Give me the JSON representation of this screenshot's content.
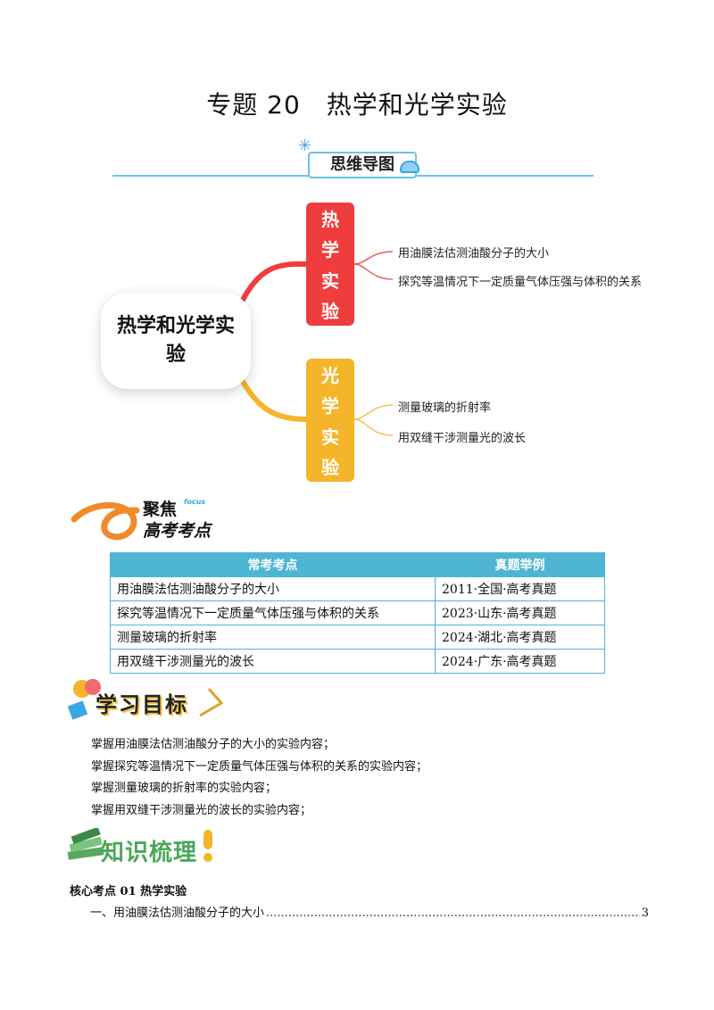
{
  "title": "专题 20　热学和光学实验",
  "mindmap": {
    "header": "思维导图",
    "center": "热学和光学实验",
    "branches": [
      {
        "label": [
          "热",
          "学",
          "实",
          "验"
        ],
        "color": "#ef3d3d",
        "leaves": [
          "用油膜法估测油酸分子的大小",
          "探究等温情况下一定质量气体压强与体积的关系"
        ]
      },
      {
        "label": [
          "光",
          "学",
          "实",
          "验"
        ],
        "color": "#f5b52a",
        "leaves": [
          "测量玻璃的折射率",
          "用双缝干涉测量光的波长"
        ]
      }
    ]
  },
  "focus": {
    "line1": "聚焦",
    "tag": "focus",
    "line2": "高考考点"
  },
  "exam_table": {
    "headers": [
      "常考考点",
      "真题举例"
    ],
    "rows": [
      [
        "用油膜法估测油酸分子的大小",
        "2011·全国·高考真题"
      ],
      [
        "探究等温情况下一定质量气体压强与体积的关系",
        "2023·山东·高考真题"
      ],
      [
        "测量玻璃的折射率",
        "2024·湖北·高考真题"
      ],
      [
        "用双缝干涉测量光的波长",
        "2024·广东·高考真题"
      ]
    ]
  },
  "goals": {
    "title": "学习目标",
    "items": [
      "掌握用油膜法估测油酸分子的大小的实验内容；",
      "掌握探究等温情况下一定质量气体压强与体积的关系的实验内容；",
      "掌握测量玻璃的折射率的实验内容；",
      "掌握用双缝干涉测量光的波长的实验内容；"
    ]
  },
  "knowledge": {
    "title": "知识梳理",
    "section": "核心考点 01  热学实验",
    "toc": [
      {
        "text": "一、用油膜法估测油酸分子的大小",
        "page": "3"
      }
    ]
  }
}
